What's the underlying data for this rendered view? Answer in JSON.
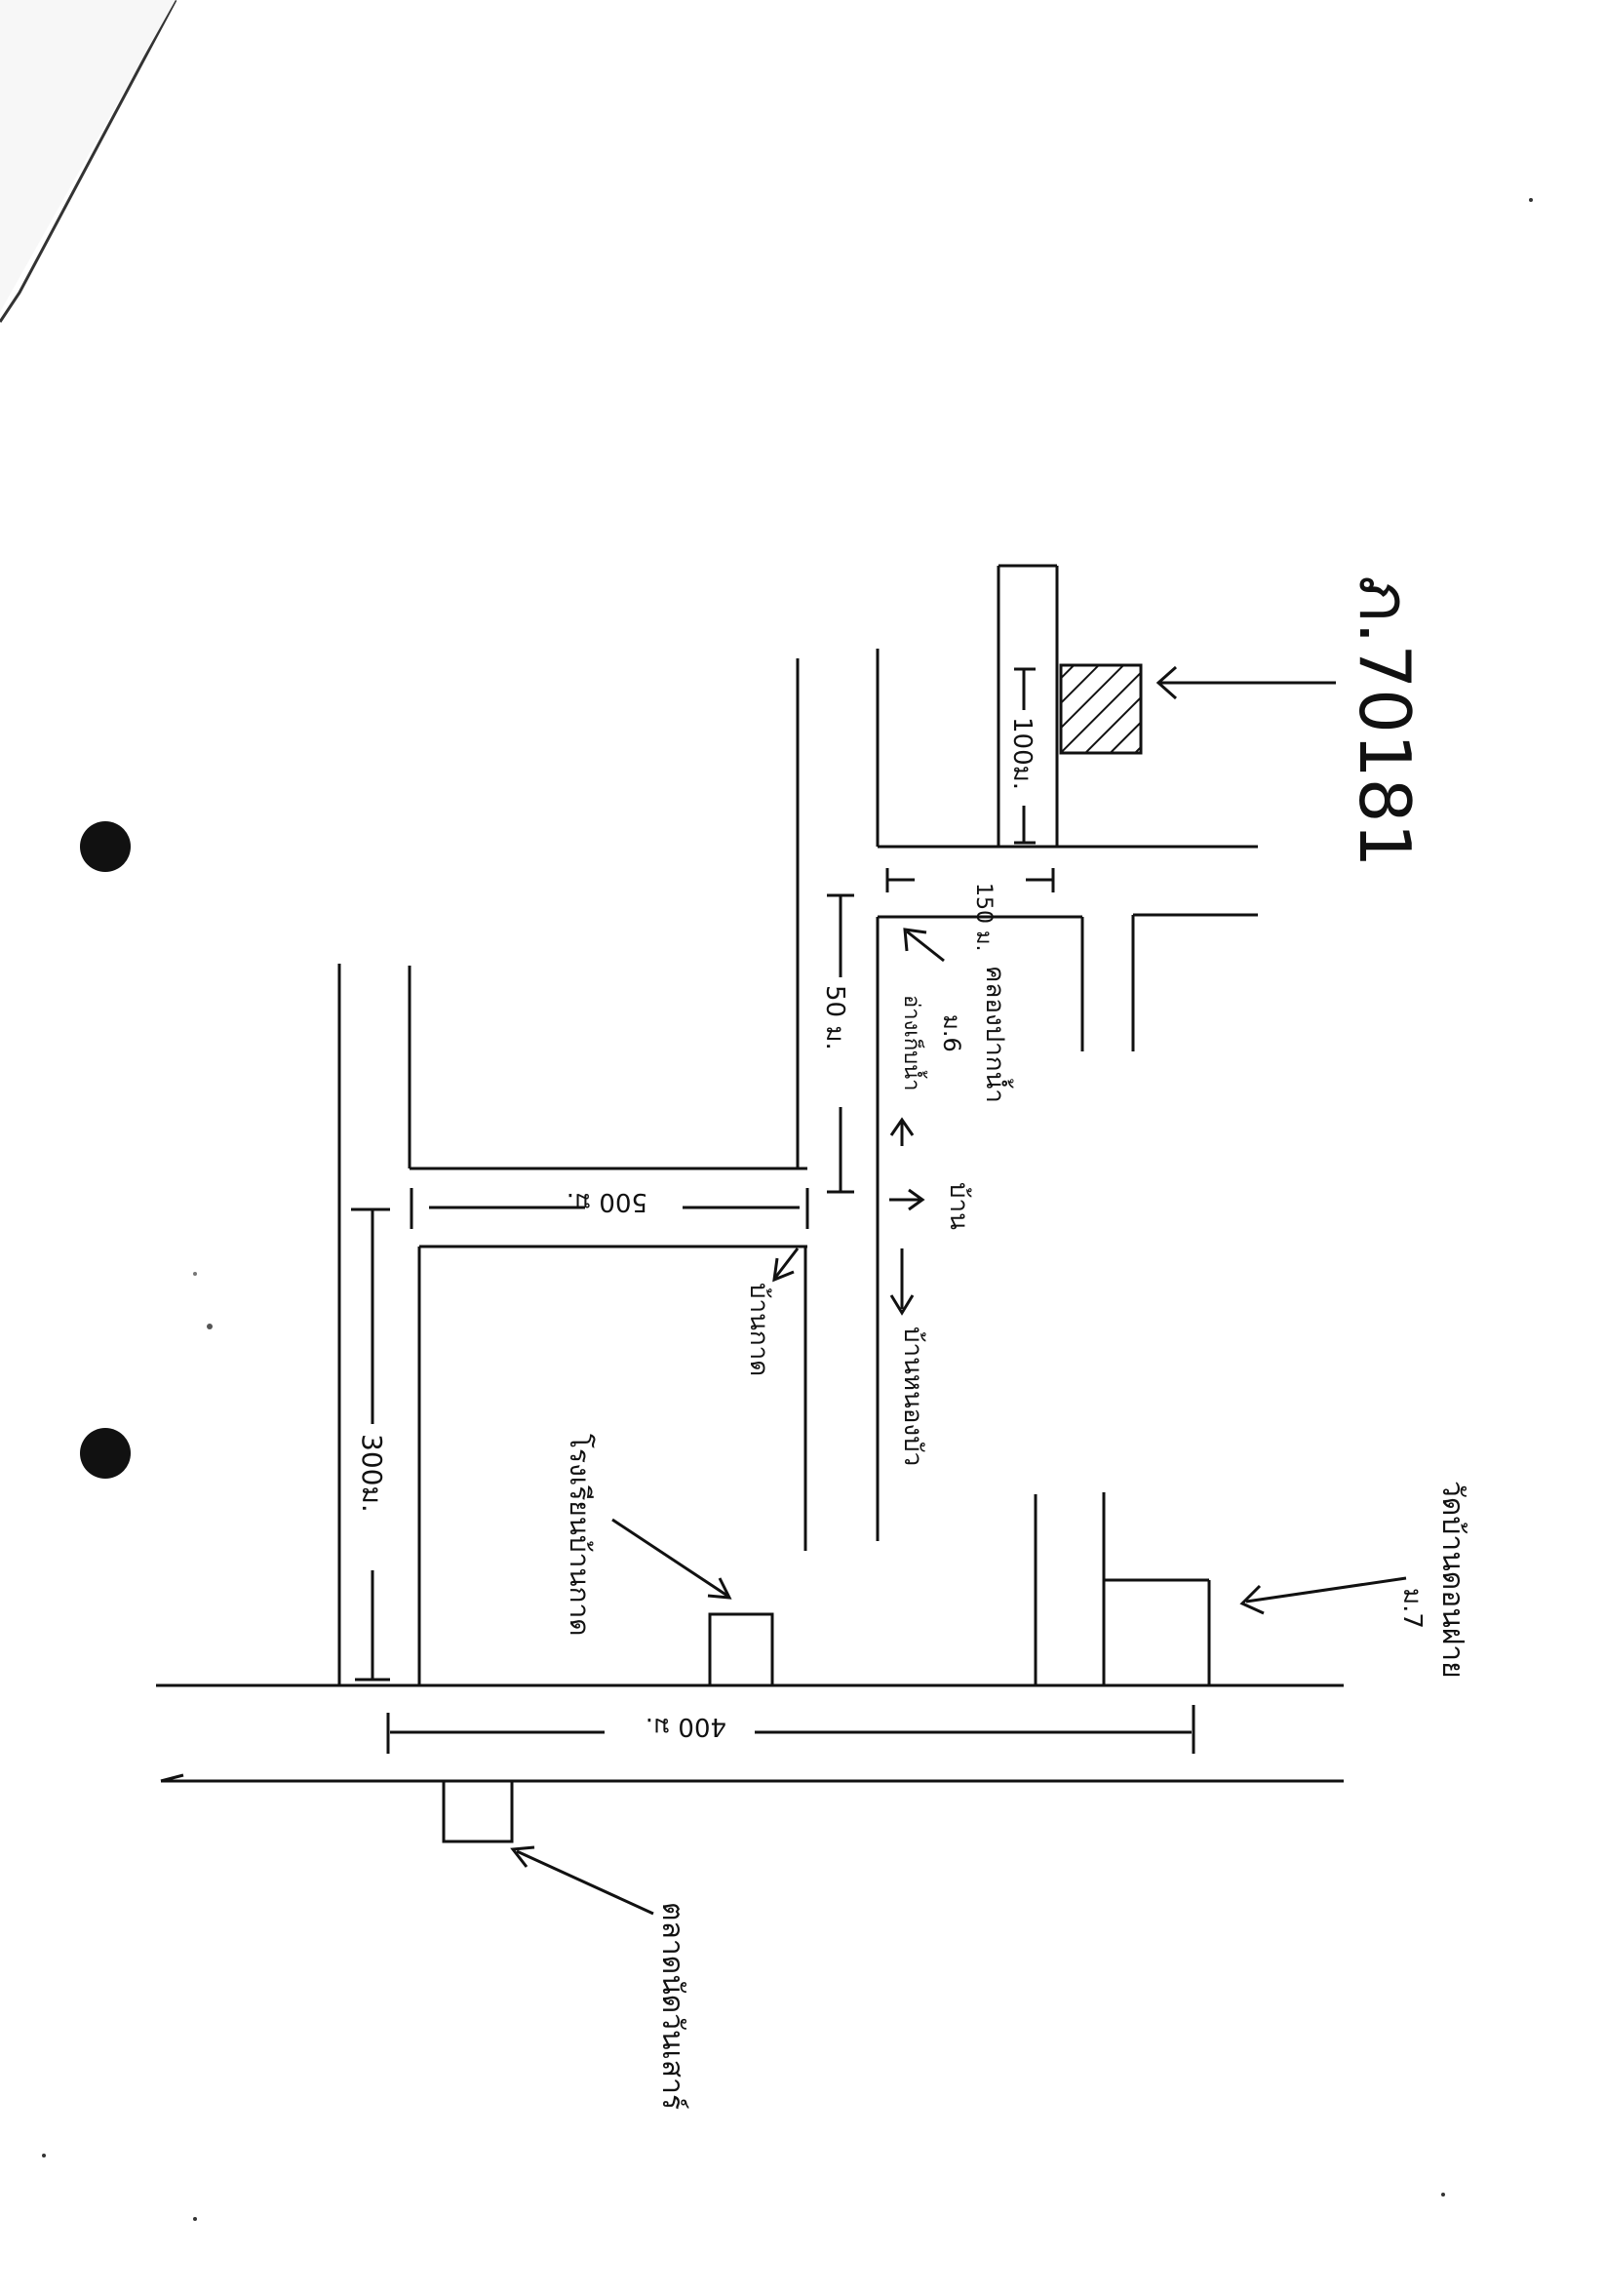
{
  "doc_code": "ภ.70181",
  "distances": {
    "d100": "100ม.",
    "d150": "150 ม.",
    "d50": "50 ม.",
    "d500": "500 ม.",
    "d300": "300ม.",
    "d400": "400 ม."
  },
  "labels": {
    "canal": "คลองปากน้ำ",
    "moo6": "ม.6",
    "reservoir": "อ่างเก็บน้ำ",
    "village": "บ้าน",
    "ban_n": "บ้านหนองบัว",
    "ban_k": "บ้านกาด",
    "school": "โรงเรียนบ้านกาด",
    "temple": "วัดบ้านดอนฝาย",
    "moo7": "ม.7",
    "market": "ตลาดนัดวันเสาร์"
  }
}
